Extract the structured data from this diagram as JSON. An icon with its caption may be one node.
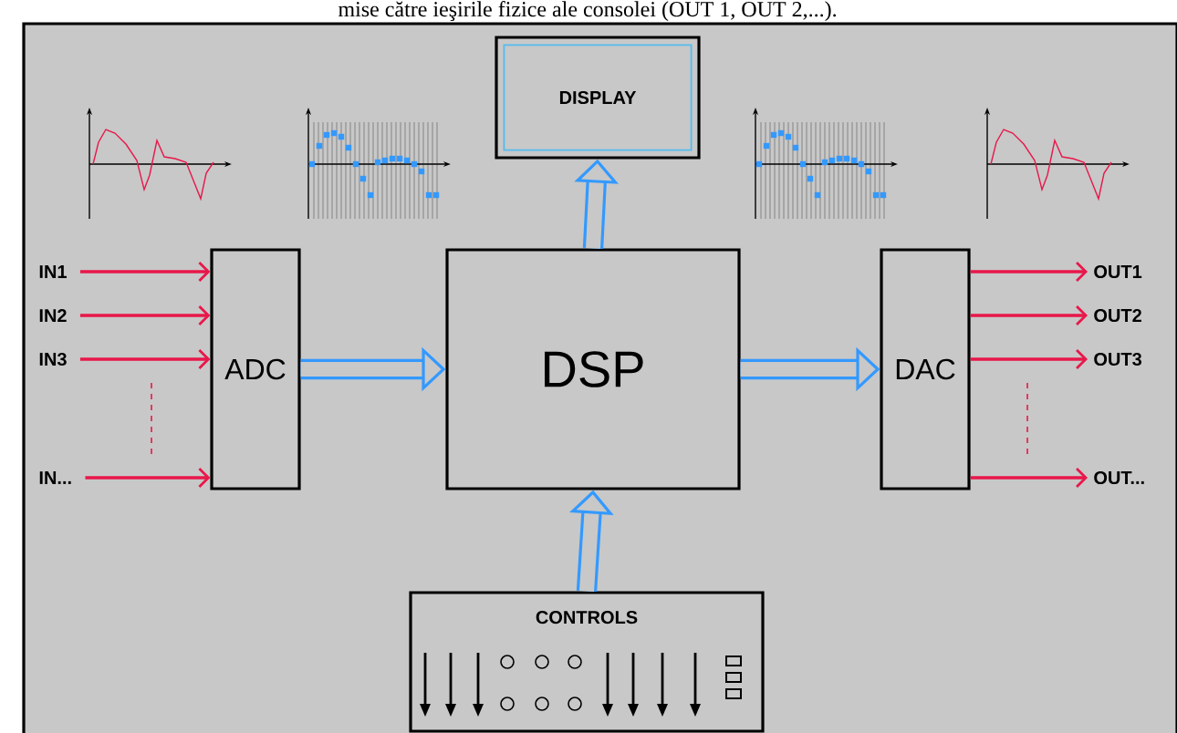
{
  "diagram": {
    "nodes": [
      {
        "text": [
          "DISPLAY"
        ]
      },
      {
        "text": [
          "IN1"
        ]
      },
      {
        "text": [
          "IN2"
        ]
      },
      {
        "text": [
          "IN3"
        ]
      },
      {
        "text": [
          "IN..."
        ]
      },
      {
        "text": [
          "ADC"
        ]
      },
      {
        "text": [
          "DSP"
        ]
      },
      {
        "text": [
          "DAC"
        ]
      },
      {
        "text": [
          "OUT1"
        ]
      },
      {
        "text": [
          "OUT2"
        ]
      },
      {
        "text": [
          "OUT3"
        ]
      },
      {
        "text": [
          "OUT..."
        ]
      },
      {
        "text": [
          "CONTROLS"
        ]
      }
    ],
    "edges": [
      {
        "from": 1,
        "to": 5,
        "arrow": "to"
      },
      {
        "from": 2,
        "to": 5,
        "arrow": "to"
      },
      {
        "from": 3,
        "to": 5,
        "arrow": "to"
      },
      {
        "from": 4,
        "to": 5,
        "arrow": "to"
      },
      {
        "from": 5,
        "to": 6,
        "arrow": "to",
        "style": "thick",
        "color": "#3399ff"
      },
      {
        "from": 6,
        "to": 7,
        "arrow": "to",
        "style": "thick",
        "color": "#3399ff"
      },
      {
        "from": 6,
        "to": 0,
        "arrow": "to",
        "style": "thick",
        "color": "#3399ff"
      },
      {
        "from": 12,
        "to": 6,
        "arrow": "to",
        "style": "thick",
        "color": "#3399ff"
      },
      {
        "from": 7,
        "to": 8,
        "arrow": "to"
      },
      {
        "from": 7,
        "to": 9,
        "arrow": "to"
      },
      {
        "from": 7,
        "to": 10,
        "arrow": "to"
      },
      {
        "from": 7,
        "to": 11,
        "arrow": "to"
      }
    ],
    "labels": [
      "mise către ieşirile fizice ale consolei (OUT 1, OUT 2,...)."
    ]
  }
}
